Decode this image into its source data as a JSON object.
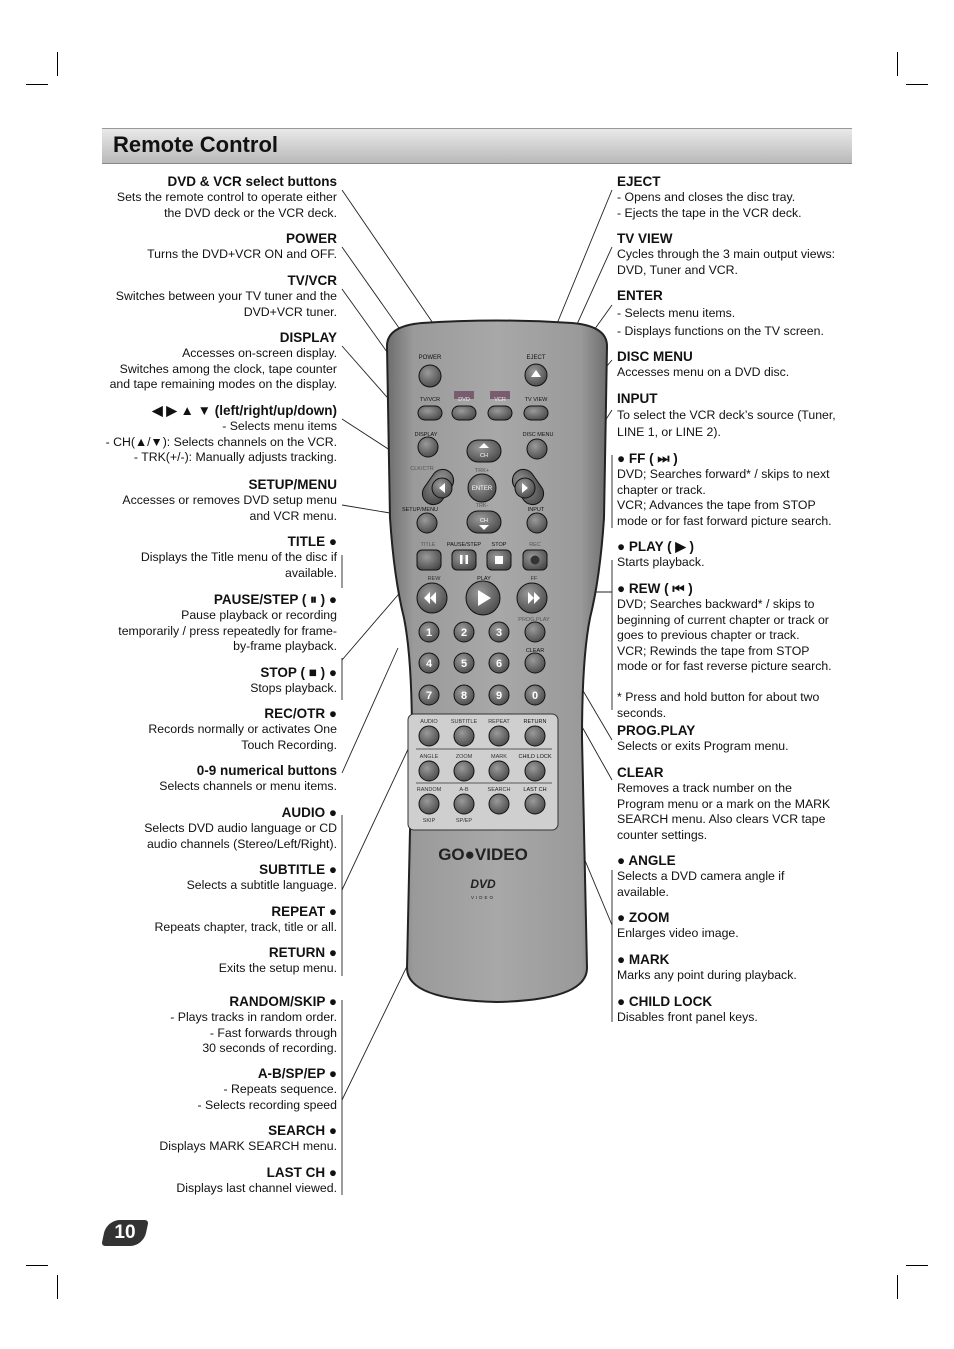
{
  "page_title": "Remote Control",
  "page_number": "10",
  "left_entries": [
    {
      "heading": "DVD & VCR select buttons",
      "desc": "Sets the remote control to operate either\nthe DVD deck or the VCR deck."
    },
    {
      "heading": "POWER",
      "desc": "Turns the DVD+VCR ON and OFF."
    },
    {
      "heading": "TV/VCR",
      "desc": "Switches between your TV tuner and the\nDVD+VCR tuner."
    },
    {
      "heading": "DISPLAY",
      "desc": "Accesses on-screen display.\nSwitches among the clock, tape counter\nand tape remaining modes on the display."
    },
    {
      "heading": "◀ ▶ ▲ ▼ (left/right/up/down)",
      "desc": "- Selects menu items\n- CH(▲/▼): Selects channels on the VCR.\n- TRK(+/-): Manually adjusts tracking."
    },
    {
      "heading": "SETUP/MENU",
      "desc": "Accesses or removes DVD setup menu\nand VCR menu."
    },
    {
      "heading": "TITLE ●",
      "desc": "Displays the Title menu of the disc if\navailable."
    },
    {
      "heading": "PAUSE/STEP ( ⏸ ) ●",
      "desc": "Pause playback or recording\ntemporarily / press repeatedly for frame-\nby-frame playback."
    },
    {
      "heading": "STOP ( ■ ) ●",
      "desc": "Stops playback."
    },
    {
      "heading": "REC/OTR ●",
      "desc": "Records normally or activates One\nTouch Recording."
    },
    {
      "heading": "0-9 numerical buttons",
      "desc": "Selects channels or menu items."
    },
    {
      "heading": "AUDIO ●",
      "desc": "Selects DVD audio language or CD\naudio channels (Stereo/Left/Right)."
    },
    {
      "heading": "SUBTITLE ●",
      "desc": "Selects a subtitle language."
    },
    {
      "heading": "REPEAT ●",
      "desc": "Repeats chapter, track, title or all."
    },
    {
      "heading": "RETURN ●",
      "desc": "Exits the setup menu."
    },
    {
      "heading": "RANDOM/SKIP ●",
      "desc": "- Plays tracks in random order.\n- Fast forwards through\n30 seconds of recording."
    },
    {
      "heading": "A-B/SP/EP ●",
      "desc": "- Repeats sequence.\n- Selects recording speed"
    },
    {
      "heading": "SEARCH ●",
      "desc": "Displays MARK SEARCH menu."
    },
    {
      "heading": "LAST CH ●",
      "desc": "Displays last channel viewed."
    }
  ],
  "right_entries": [
    {
      "heading": "EJECT",
      "desc": "- Opens and closes the disc tray.\n- Ejects the tape in the VCR deck."
    },
    {
      "heading": "TV VIEW",
      "desc": "Cycles through the 3 main output views:\nDVD, Tuner and VCR."
    },
    {
      "heading": "ENTER",
      "desc": "- Selects menu items.\n- Displays functions on the TV screen."
    },
    {
      "heading": "DISC MENU",
      "desc": "Accesses menu on a DVD disc."
    },
    {
      "heading": "INPUT",
      "desc": "To select the VCR deck’s source (Tuner,\nLINE 1, or LINE 2)."
    },
    {
      "heading": "● FF ( ⏭ )",
      "desc": "DVD; Searches forward* / skips to next\nchapter or track.\nVCR; Advances the tape from STOP\nmode or for fast forward picture search."
    },
    {
      "heading": "● PLAY ( ▶ )",
      "desc": "Starts playback."
    },
    {
      "heading": "● REW ( ⏮ )",
      "desc": "DVD; Searches backward* / skips to\nbeginning of current chapter or track or\ngoes to previous chapter or track.\nVCR; Rewinds the tape from STOP\nmode or for fast reverse picture search.\n\n* Press and hold button for about two\nseconds."
    },
    {
      "heading": "PROG.PLAY",
      "desc": "Selects or exits Program menu."
    },
    {
      "heading": "CLEAR",
      "desc": "Removes a track number on the\nProgram menu or a mark on the MARK\nSEARCH menu. Also clears VCR tape\ncounter settings."
    },
    {
      "heading": "● ANGLE",
      "desc": "Selects a DVD camera angle if\navailable."
    },
    {
      "heading": "● ZOOM",
      "desc": "Enlarges video image."
    },
    {
      "heading": "● MARK",
      "desc": "Marks any point during playback."
    },
    {
      "heading": "● CHILD LOCK",
      "desc": "Disables front panel keys."
    }
  ],
  "remote": {
    "power": "POWER",
    "eject": "EJECT",
    "tv_vcr": "TV/VCR",
    "dvd": "DVD",
    "vcr": "VCR",
    "tv_view": "TV VIEW",
    "display": "DISPLAY",
    "disc_menu": "DISC MENU",
    "ch": "CH",
    "clock_trk": "CLK/CTR",
    "trk_plus": "TRK+",
    "enter": "ENTER",
    "trk_minus": "TRK-",
    "setup_menu": "SETUP/MENU",
    "input": "INPUT",
    "title": "TITLE",
    "pause_step": "PAUSE/STEP",
    "stop": "STOP",
    "rec": "REC",
    "rew": "REW",
    "play": "PLAY",
    "ff": "FF",
    "prog_play": "PROG.PLAY",
    "clear": "CLEAR",
    "digits": [
      "1",
      "2",
      "3",
      "4",
      "5",
      "6",
      "7",
      "8",
      "9",
      "0"
    ],
    "audio": "AUDIO",
    "subtitle": "SUBTITLE",
    "repeat": "REPEAT",
    "return": "RETURN",
    "angle": "ANGLE",
    "zoom": "ZOOM",
    "mark": "MARK",
    "child_lock": "CHILD LOCK",
    "random": "RANDOM",
    "ab": "A-B",
    "search": "SEARCH",
    "last_ch": "LAST CH",
    "skip": "SKIP",
    "sp_ep": "SP/EP",
    "brand": "GO●VIDEO",
    "dvd_logo": "DVD",
    "video_logo": "VIDEO"
  }
}
